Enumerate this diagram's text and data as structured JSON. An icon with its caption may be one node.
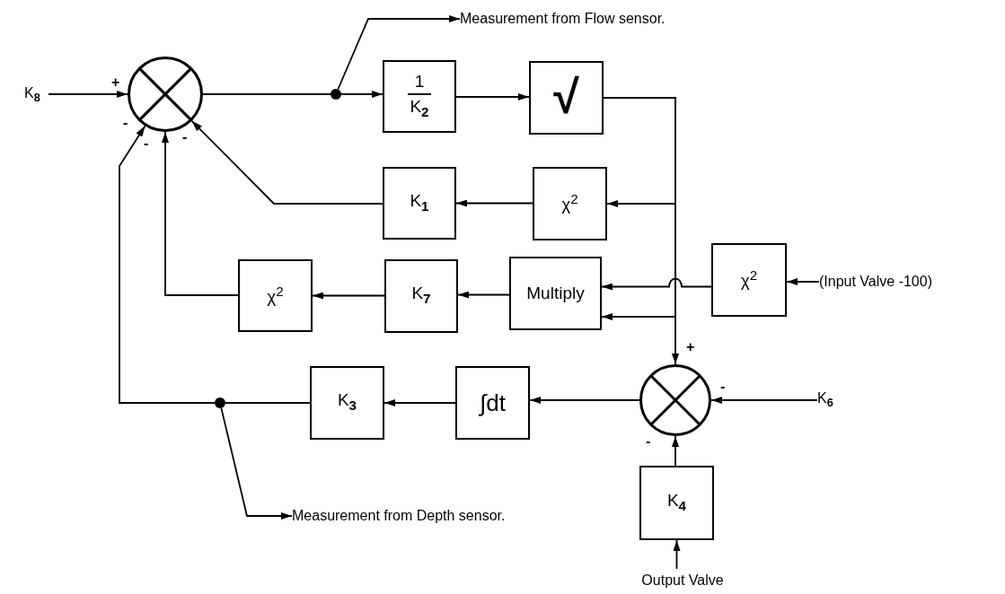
{
  "diagram": {
    "nodes": [
      {
        "text": [
          "K$_{8}$"
        ]
      },
      {
        "text": [],
        "shape": "circle"
      },
      {
        "text": [
          "1",
          "K$_{2}$"
        ]
      },
      {
        "text": [
          "√"
        ]
      },
      {
        "text": [
          "K$_{1}$"
        ]
      },
      {
        "text": [
          "χ$^{2}$"
        ]
      },
      {
        "text": [
          "χ$^{2}$"
        ]
      },
      {
        "text": [
          "(Input Valve -100)"
        ]
      },
      {
        "text": [
          "Multiply"
        ]
      },
      {
        "text": [
          "K$_{7}$"
        ]
      },
      {
        "text": [
          "χ$^{2}$"
        ]
      },
      {
        "text": [],
        "shape": "circle"
      },
      {
        "text": [
          "K$_{6}$"
        ]
      },
      {
        "text": [
          "∫dt"
        ]
      },
      {
        "text": [
          "K$_{3}$"
        ]
      },
      {
        "text": [
          "K$_{4}$"
        ]
      },
      {
        "text": [
          "Output Valve"
        ]
      },
      {
        "text": [
          "Measurement from Flow sensor."
        ]
      },
      {
        "text": [
          "Measurement from Depth sensor."
        ]
      },
      {
        "text": [],
        "shape": "circle"
      },
      {
        "text": [],
        "shape": "circle"
      }
    ],
    "edges": [
      {
        "from": 0,
        "to": 1,
        "arrow": "to"
      },
      {
        "from": 1,
        "to": 19,
        "arrow": "none"
      },
      {
        "from": 19,
        "to": 2,
        "arrow": "to"
      },
      {
        "from": 19,
        "to": 17,
        "arrow": "to"
      },
      {
        "from": 2,
        "to": 3,
        "arrow": "to"
      },
      {
        "from": 3,
        "to": 5,
        "arrow": "to"
      },
      {
        "from": 3,
        "to": 8,
        "arrow": "to"
      },
      {
        "from": 3,
        "to": 11,
        "arrow": "to"
      },
      {
        "from": 5,
        "to": 4,
        "arrow": "to"
      },
      {
        "from": 4,
        "to": 1,
        "arrow": "to"
      },
      {
        "from": 7,
        "to": 6,
        "arrow": "to"
      },
      {
        "from": 6,
        "to": 8,
        "arrow": "to"
      },
      {
        "from": 8,
        "to": 9,
        "arrow": "to"
      },
      {
        "from": 9,
        "to": 10,
        "arrow": "to"
      },
      {
        "from": 10,
        "to": 1,
        "arrow": "to"
      },
      {
        "from": 12,
        "to": 11,
        "arrow": "to"
      },
      {
        "from": 11,
        "to": 13,
        "arrow": "to"
      },
      {
        "from": 13,
        "to": 14,
        "arrow": "to"
      },
      {
        "from": 14,
        "to": 20,
        "arrow": "none"
      },
      {
        "from": 20,
        "to": 1,
        "arrow": "to"
      },
      {
        "from": 20,
        "to": 18,
        "arrow": "to"
      },
      {
        "from": 15,
        "to": 11,
        "arrow": "to"
      },
      {
        "from": 16,
        "to": 15,
        "arrow": "to"
      }
    ],
    "labels": [
      "+",
      "-",
      "-",
      "-",
      "+",
      "-",
      "-"
    ]
  }
}
